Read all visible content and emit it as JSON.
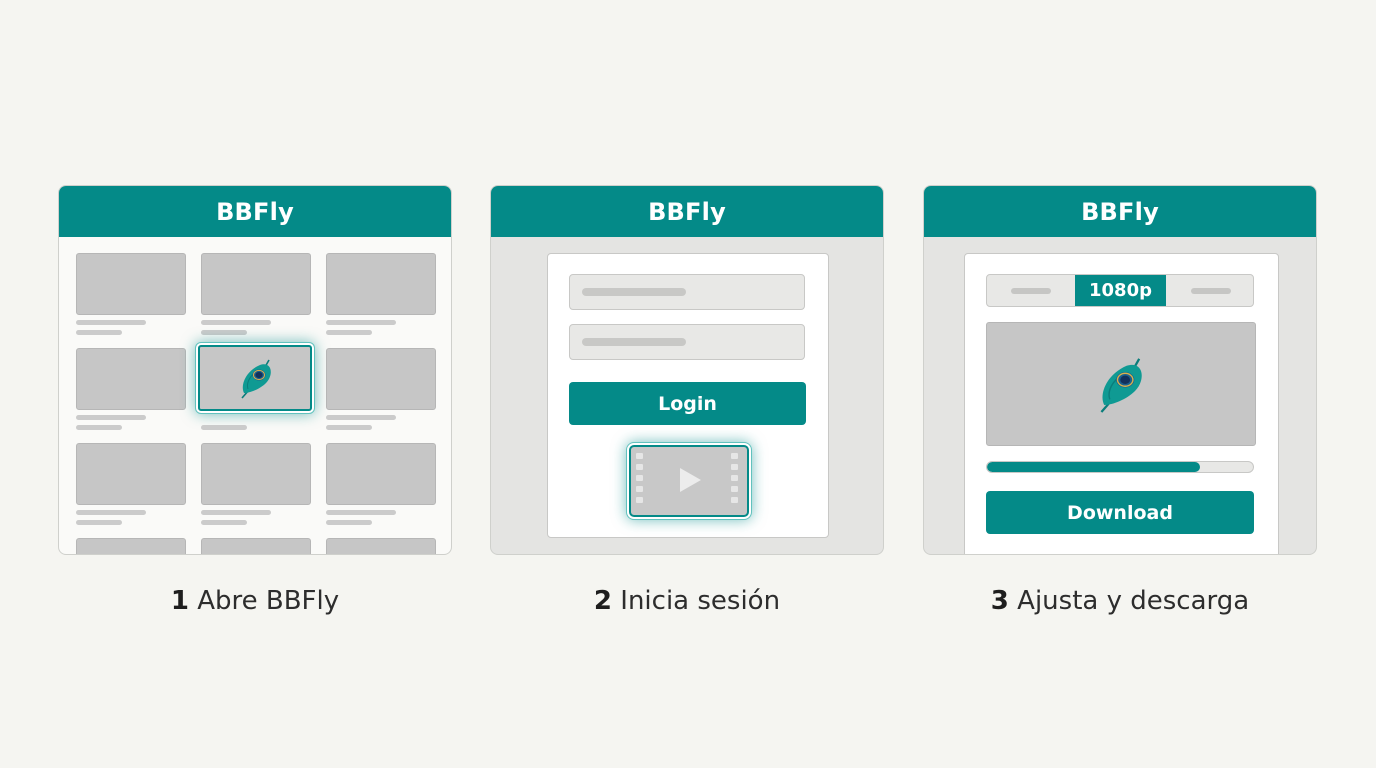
{
  "app_name": "BBFly",
  "colors": {
    "accent": "#048a88",
    "background": "#f5f5f1"
  },
  "steps": [
    {
      "number": "1",
      "label": "Abre BBFly"
    },
    {
      "number": "2",
      "label": "Inicia sesión"
    },
    {
      "number": "3",
      "label": "Ajusta y descarga"
    }
  ],
  "login_screen": {
    "login_label": "Login",
    "video_icon": "film-play-icon"
  },
  "download_screen": {
    "resolution": "1080p",
    "download_label": "Download",
    "progress": 0.8,
    "preview_icon": "peacock-feather-icon"
  }
}
